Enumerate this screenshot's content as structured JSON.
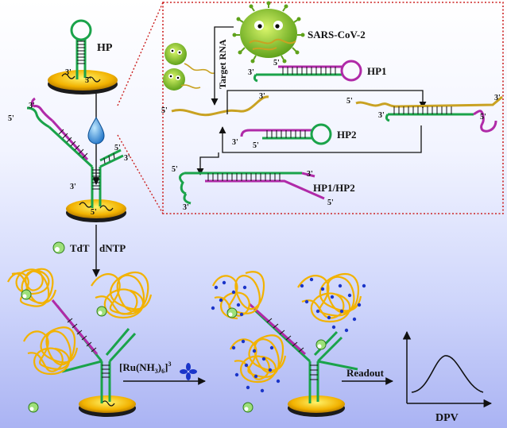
{
  "labels": {
    "hp": "HP",
    "sars": "SARS-CoV-2",
    "target_rna": "Target RNA",
    "hp1": "HP1",
    "hp2": "HP2",
    "hp1hp2": "HP1/HP2",
    "tdt": "TdT",
    "dntp": "dNTP",
    "ru_base": "[Ru(NH",
    "ru_sub3": "3",
    "ru_close": ")",
    "ru_sub6": "6",
    "ru_close2": "]",
    "ru_sup": "3",
    "readout": "Readout",
    "dpv": "DPV"
  },
  "ends": {
    "three_prime": "3'",
    "five_prime": "5'"
  },
  "colors": {
    "green": "#1aa34a",
    "magenta": "#b02aa8",
    "olive": "#c9a222",
    "gold": "#f2b200",
    "ru_blue": "#1a35c9",
    "frame_red": "#cc2222",
    "virus": "#9ecf2a"
  }
}
